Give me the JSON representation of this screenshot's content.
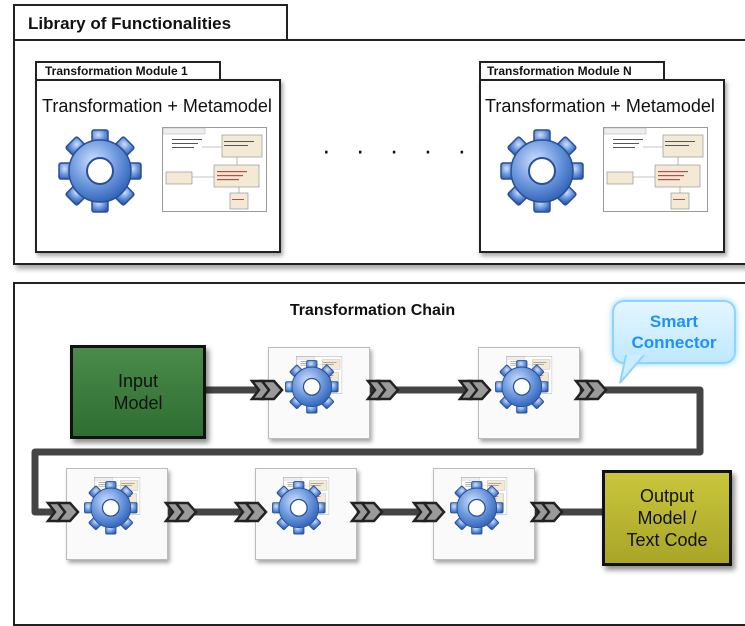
{
  "library": {
    "title": "Library of Functionalities",
    "modules": [
      {
        "header": "Transformation Module 1",
        "subtitle": "Transformation + Metamodel",
        "gear_icon": "gear-icon",
        "diagram_icon": "class-diagram-thumbnail"
      },
      {
        "header": "Transformation Module N",
        "subtitle": "Transformation + Metamodel",
        "gear_icon": "gear-icon",
        "diagram_icon": "class-diagram-thumbnail"
      }
    ],
    "ellipsis": "· · · · · · ·"
  },
  "chain": {
    "title": "Transformation Chain",
    "input_label": "Input\nModel",
    "output_label": "Output\nModel /\nText Code",
    "connector_callout": "Smart\nConnector",
    "steps_row1": 2,
    "steps_row2": 3
  },
  "colors": {
    "input_box": "#3f7d40",
    "output_box": "#bdb934",
    "gear": "#5b8bd6",
    "connector_text": "#1e90ff",
    "pipe": "#444444"
  }
}
